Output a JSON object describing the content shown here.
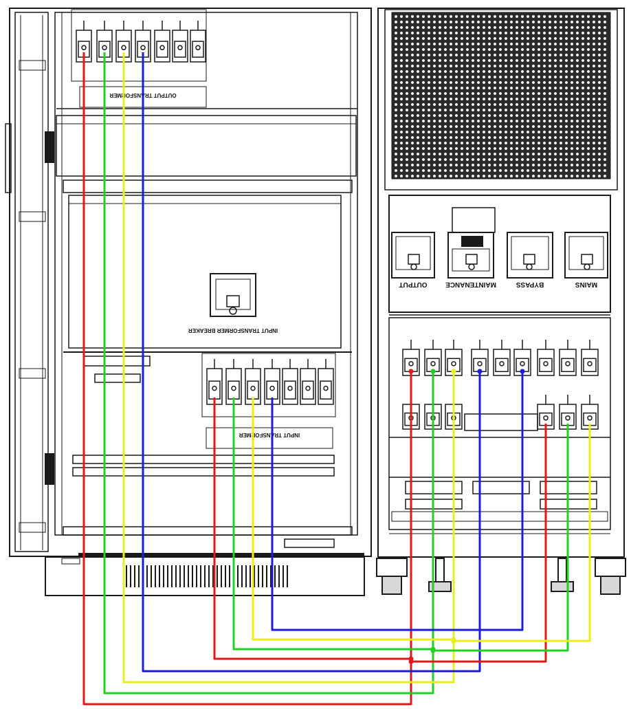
{
  "colors": {
    "frame": "#1a1a1a",
    "phase_l1": "#e01818",
    "phase_l2": "#22d022",
    "phase_l3": "#ecec1c",
    "neutral": "#1c1cd8"
  },
  "labels": {
    "output_transformer": "OUTPUT TRANSFORMER",
    "input_transformer_breaker": "INPUT TRANSFORMER BREAKER",
    "input_transformer": "INPUT TRANSFORMER",
    "output": "OUTPUT",
    "maintenance": "MAINTENANCE",
    "bypass": "BYPASS",
    "mains": "MAINS"
  },
  "cables": [
    {
      "id": "cable-output-transformer-l1",
      "color_key": "phase_l1"
    },
    {
      "id": "cable-output-transformer-l2",
      "color_key": "phase_l2"
    },
    {
      "id": "cable-output-transformer-l3",
      "color_key": "phase_l3"
    },
    {
      "id": "cable-output-transformer-n",
      "color_key": "neutral"
    },
    {
      "id": "cable-input-transformer-l1",
      "color_key": "phase_l1"
    },
    {
      "id": "cable-input-transformer-l2",
      "color_key": "phase_l2"
    },
    {
      "id": "cable-input-transformer-l3",
      "color_key": "phase_l3"
    },
    {
      "id": "cable-input-transformer-n",
      "color_key": "neutral"
    },
    {
      "id": "cable-mains-l1",
      "color_key": "phase_l1"
    },
    {
      "id": "cable-mains-l2",
      "color_key": "phase_l2"
    },
    {
      "id": "cable-mains-l3",
      "color_key": "phase_l3"
    }
  ]
}
